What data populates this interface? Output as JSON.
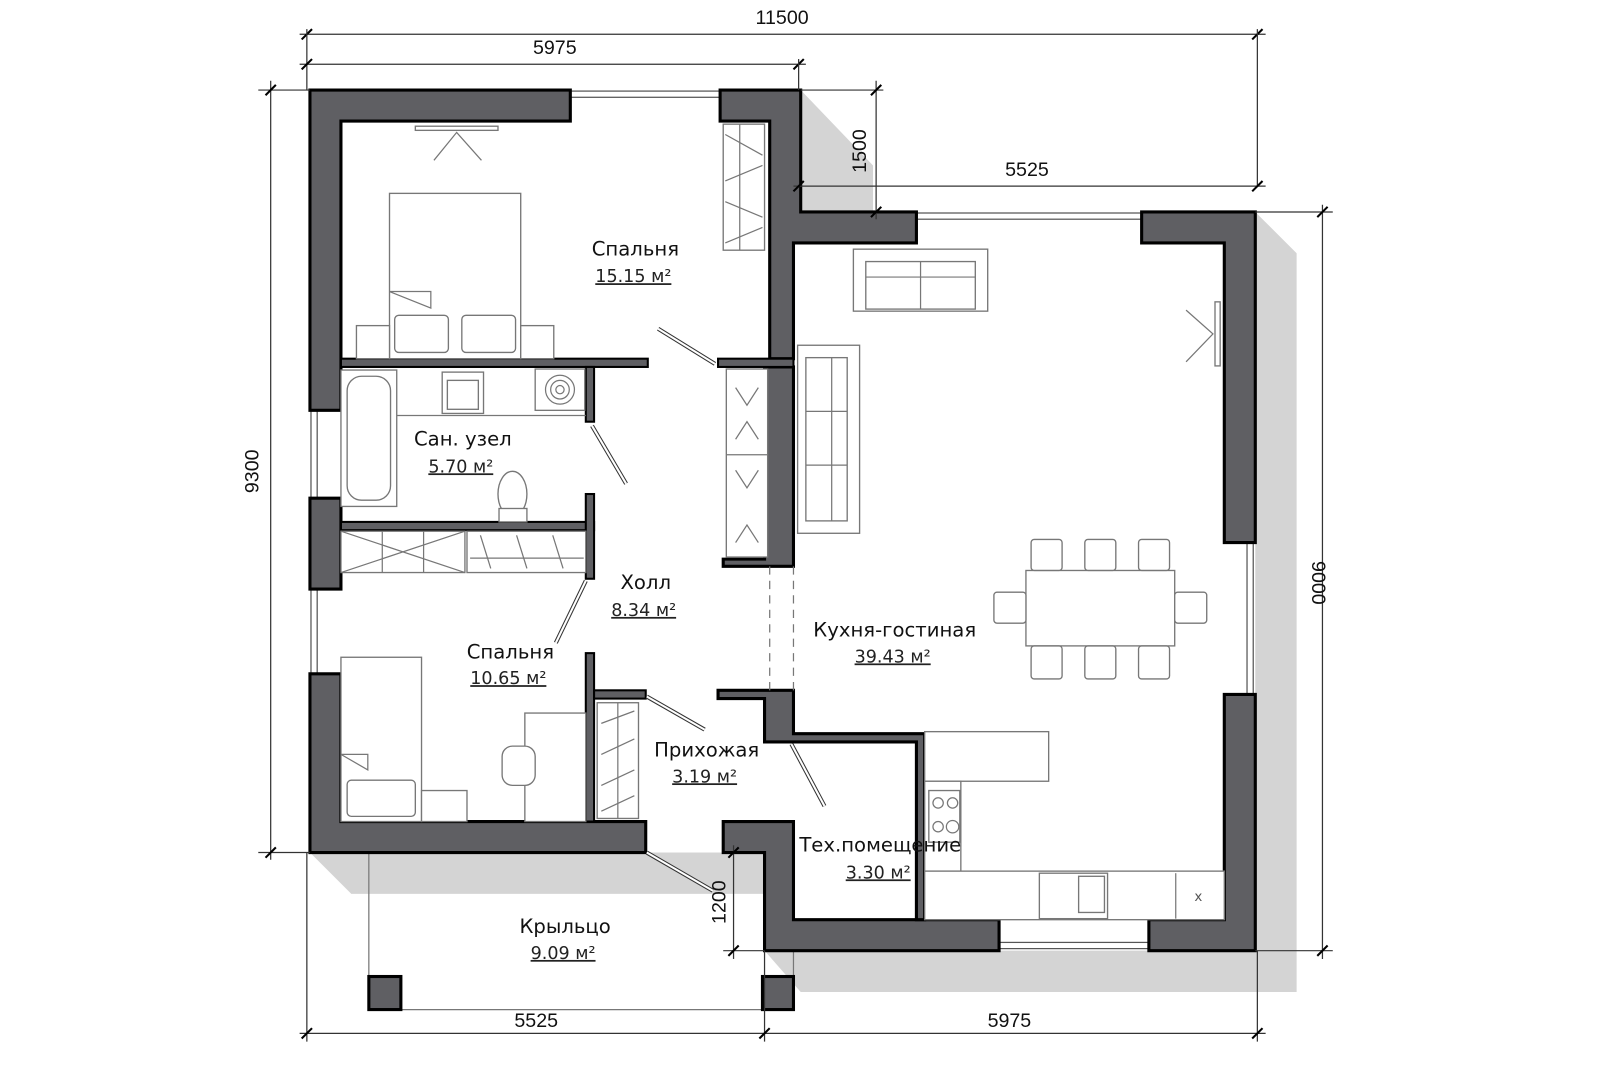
{
  "plan": {
    "dimensions": {
      "total_width": "11500",
      "top_left_width": "5975",
      "top_right_width": "5525",
      "offset_height": "1500",
      "total_height_left": "9300",
      "total_height_right": "9000",
      "porch_depth": "1200",
      "bottom_left_width": "5525",
      "bottom_right_width": "5975"
    },
    "rooms": [
      {
        "name": "Спальня",
        "area": "15.15 м²"
      },
      {
        "name": "Сан. узел",
        "area": "5.70 м²"
      },
      {
        "name": "Холл",
        "area": "8.34 м²"
      },
      {
        "name": "Спальня",
        "area": "10.65 м²"
      },
      {
        "name": "Кухня-гостиная",
        "area": "39.43 м²"
      },
      {
        "name": "Прихожая",
        "area": "3.19 м²"
      },
      {
        "name": "Тех.помещение",
        "area": "3.30 м²"
      },
      {
        "name": "Крыльцо",
        "area": "9.09 м²"
      }
    ],
    "colors": {
      "wall": "#5f5f63",
      "shadow": "#d4d4d4"
    }
  }
}
